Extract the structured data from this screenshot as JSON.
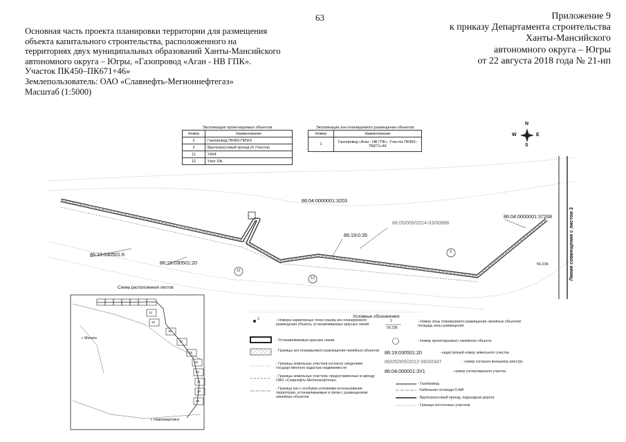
{
  "page_number": "63",
  "header_left": [
    "Основная часть проекта планировки территории для размещения",
    "объекта капитального строительства, расположенного на",
    "территориях двух муниципальных образований Ханты-Мансийского",
    "автономного округа – Югры, «Газопровод «Аган - НВ ГПК».",
    "Участок ПК450–ПК671+46»",
    "Землепользователь: ОАО «Славнефть-Мегионнефтегаз»",
    "Масштаб (1:5000)"
  ],
  "header_right": [
    "Приложение 9",
    "к приказу Департамента строительства",
    "Ханты-Мансийского",
    "автономного округа – Югры",
    "от 22 августа 2018 года № 21-нп"
  ],
  "table1": {
    "caption": "Экспликация проектируемых объектов",
    "headers": [
      "Номер",
      "Наименование"
    ],
    "rows": [
      [
        "2",
        "Газопровод ПК450-ПК563"
      ],
      [
        "2",
        "Вдольтрассовый проезд (4 Участок)"
      ],
      [
        "11",
        "УКК4"
      ],
      [
        "12",
        "Узел 19к"
      ]
    ]
  },
  "table2": {
    "caption": "Экспликация зон планируемого размещения объектов",
    "headers": [
      "Номер",
      "Наименование"
    ],
    "rows": [
      [
        "1",
        "Газопровод «Аган - НВ ГПК». Участок ПК450–ПК671+46"
      ]
    ]
  },
  "compass": {
    "n": "N",
    "s": "S",
    "w": "W",
    "e": "E"
  },
  "map_labels": {
    "parcel_top": "86:04:0000001:3203",
    "parcel_mid": "86:05/005/2014-03/00886",
    "parcel_right": "86:04:0000001:37268",
    "parcel_a": "86:19:0:35",
    "parcel_b": "86:19:030501:6",
    "parcel_c": "86:19:030501:20",
    "right_num": "59.236",
    "circles": [
      "11",
      "12",
      "2"
    ],
    "vertical_text": "Линия совмещения с листом 2"
  },
  "scheme": {
    "title": "Схема расположения листов",
    "city_top": "г. Мегион",
    "city_bottom": "г. Нижневартовск",
    "sheet_numbers": [
      "16",
      "17",
      "18",
      "19",
      "20",
      "21",
      "22",
      "23",
      "14",
      "15"
    ]
  },
  "legend": {
    "title": "Условные обозначения:",
    "left": [
      {
        "sym": "point",
        "num": "3",
        "text": "- Номера характерных точек границ зон планируемого размещения объекта, устанавливаемых красных линий"
      },
      {
        "sym": "thick",
        "text": "- Устанавливаемые красные линии"
      },
      {
        "sym": "hatch",
        "text": "- Границы зон планируемого размещения линейных объектов"
      },
      {
        "sym": "dots",
        "text": "- Границы земельных участков согласно сведениям государственного кадастра недвижимости"
      },
      {
        "sym": "dash",
        "text": "- Границы земельных участков, предоставленных в аренду ОАО «Славнефть-Мегионнефтегаз»"
      },
      {
        "sym": "zone",
        "text": "- Граница зон с особыми условиями использования территории, устанавливаемые в связи с размещением линейных объектов"
      }
    ],
    "right": [
      {
        "sym": "frac",
        "num": "1",
        "den": "59.236",
        "text": "- Номер зоны планируемого размещения линейных объектов/площадь зоны размещения"
      },
      {
        "sym": "circle",
        "text": "- Номер проектируемого линейного объекта"
      },
      {
        "sym": "code",
        "code": "86:19:030501:20",
        "text": "- кадастровый номер земельного участка"
      },
      {
        "sym": "code",
        "code": "86/05/005/2012-06/00347",
        "text": "- номер согласно внешнему реестру"
      },
      {
        "sym": "code",
        "code": "86:04:000001:ЗУ1",
        "text": "- номер согласованного участка"
      },
      {
        "sym": "line",
        "text": "- Газопровод"
      },
      {
        "sym": "line2",
        "text": "- Кабельная эстакада 0,4кВ"
      },
      {
        "sym": "line3",
        "text": "- Вдольтрассовый проезд, подъездная дорога"
      },
      {
        "sym": "line4",
        "text": "- Граница постоянных участков"
      }
    ]
  }
}
